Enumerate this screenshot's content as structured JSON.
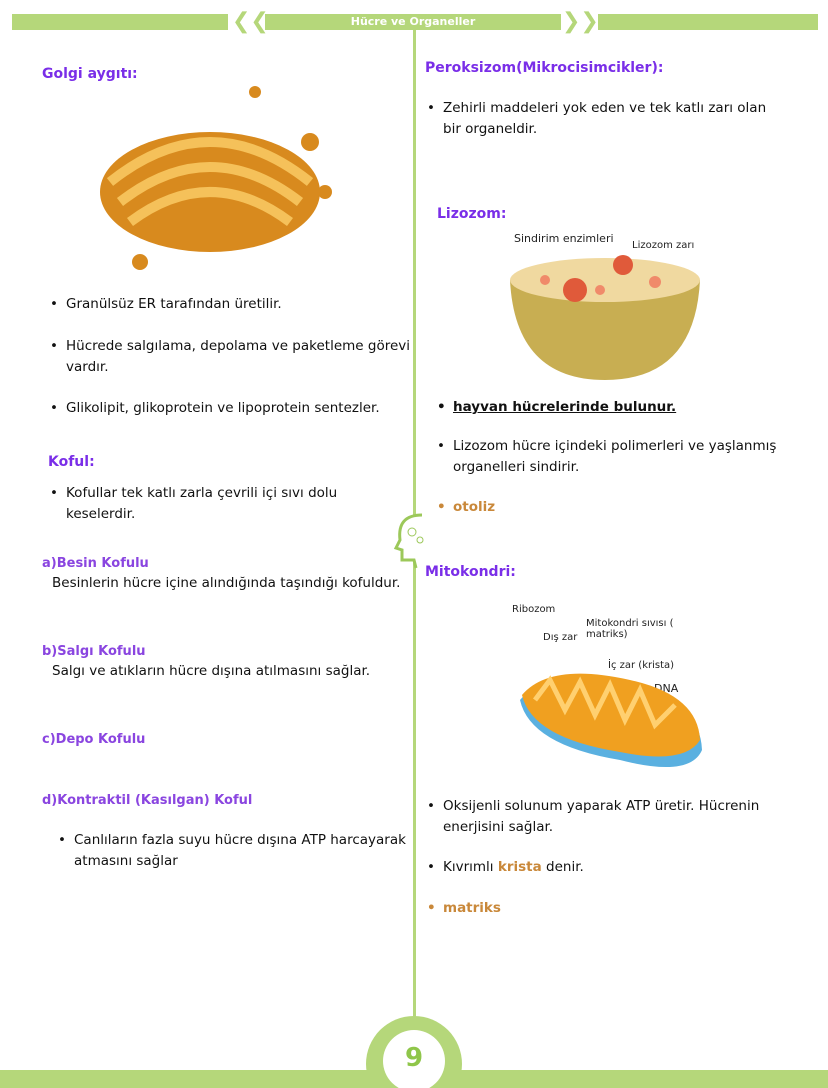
{
  "header": {
    "title": "Hücre ve Organeller"
  },
  "left": {
    "golgi": {
      "heading": "Golgi aygıtı:",
      "bullets": [
        "Granülsüz ER tarafından üretilir.",
        "Hücrede salgılama, depolama ve paketleme görevi vardır.",
        "Glikolipit, glikoprotein ve lipoprotein sentezler."
      ]
    },
    "koful": {
      "heading": "Koful:",
      "bullets": [
        "Kofullar tek katlı zarla çevrili içi sıvı dolu keselerdir."
      ]
    },
    "besin": {
      "heading": "a)Besin Kofulu",
      "text": "Besinlerin hücre içine alındığında taşındığı kofuldur."
    },
    "salgi": {
      "heading": "b)Salgı Kofulu",
      "text": "Salgı ve atıkların hücre dışına atılmasını sağlar."
    },
    "depo": {
      "heading": "c)Depo Kofulu"
    },
    "kontraktil": {
      "heading": "d)Kontraktil (Kasılgan) Koful",
      "bullets": [
        "Canlıların fazla suyu hücre dışına ATP harcayarak atmasını sağlar"
      ]
    }
  },
  "right": {
    "peroksizom": {
      "heading": "Peroksizom(Mikrocisimcikler):",
      "bullets": [
        "Zehirli maddeleri yok eden ve tek katlı zarı olan bir organeldir."
      ]
    },
    "lizozom": {
      "heading": "Lizozom:",
      "labels": [
        "Sindirim enzimleri",
        "Lizozom zarı"
      ],
      "bullets": [
        "hayvan hücrelerinde bulunur.",
        "Lizozom hücre içindeki polimerleri ve yaşlanmış organelleri sindirir.",
        "otoliz"
      ]
    },
    "mitokondri": {
      "heading": "Mitokondri:",
      "labels": [
        "Ribozom",
        "Dış zar",
        "Mitokondri sıvısı ( matriks)",
        "İç zar (krista)",
        "DNA"
      ],
      "bullets": [
        "Oksijenli solunum yaparak ATP üretir. Hücrenin enerjisini sağlar.",
        "Kıvrımlı",
        "krista",
        "denir.",
        "matriks"
      ]
    }
  },
  "footer": {
    "page_number": "9"
  },
  "colors": {
    "accent": "#b5d77a",
    "heading": "#7a2ee8",
    "highlight": "#c9883a"
  }
}
